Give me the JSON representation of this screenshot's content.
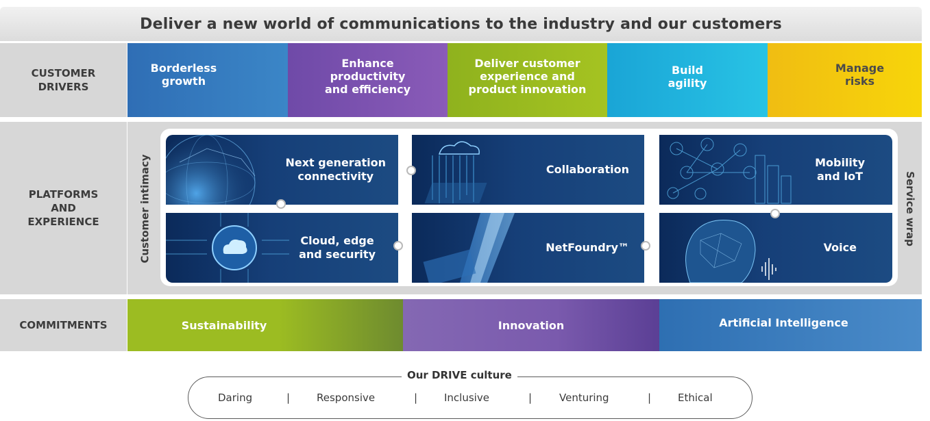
{
  "header": {
    "title": "Deliver a new world of communications to the industry and our customers"
  },
  "rows": {
    "drivers_label": "CUSTOMER\nDRIVERS",
    "platforms_label": "PLATFORMS\nAND\nEXPERIENCE",
    "commitments_label": "COMMITMENTS"
  },
  "drivers": [
    {
      "label": "Borderless\ngrowth",
      "color": "#3276bb"
    },
    {
      "label": "Enhance\nproductivity\nand efficiency",
      "color": "#7c52b0"
    },
    {
      "label": "Deliver customer\nexperience and\nproduct innovation",
      "color": "#98ba20"
    },
    {
      "label": "Build\nagility",
      "color": "#22b5de"
    },
    {
      "label": "Manage\nrisks",
      "color": "#f4c90e"
    }
  ],
  "platforms": {
    "left_label": "Customer intimacy",
    "right_label": "Service wrap",
    "tiles": [
      {
        "label": "Next generation\nconnectivity",
        "icon": "globe-icon"
      },
      {
        "label": "Collaboration",
        "icon": "cloud-icon"
      },
      {
        "label": "Mobility\nand IoT",
        "icon": "network-icon"
      },
      {
        "label": "Cloud, edge\nand security",
        "icon": "cloud-chip-icon"
      },
      {
        "label": "NetFoundry™",
        "icon": "data-stream-icon"
      },
      {
        "label": "Voice",
        "icon": "face-icon"
      }
    ]
  },
  "commitments": [
    {
      "label": "Sustainability",
      "color": "#9cbc22"
    },
    {
      "label": "Innovation",
      "color": "#7a5aad"
    },
    {
      "label": "Artificial Intelligence",
      "color": "#3a7dbd"
    }
  ],
  "culture": {
    "title": "Our DRIVE culture",
    "values": [
      "Daring",
      "Responsive",
      "Inclusive",
      "Venturing",
      "Ethical"
    ],
    "separator": "|"
  }
}
